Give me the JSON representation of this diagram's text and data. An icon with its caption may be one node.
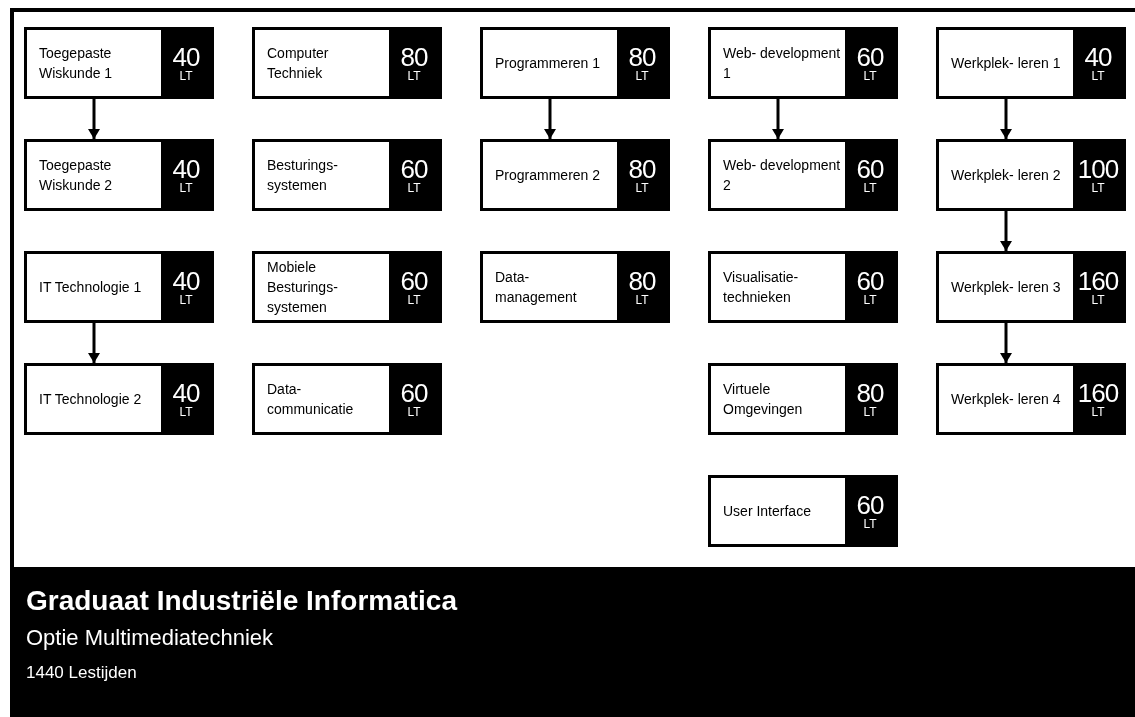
{
  "diagram": {
    "title": "Graduaat Industriële Informatica",
    "nodes": [
      {
        "text": [
          "Toegepaste Wiskunde 1",
          "40",
          "LT"
        ]
      },
      {
        "text": [
          "Computer Techniek",
          "80",
          "LT"
        ]
      },
      {
        "text": [
          "Programmeren 1",
          "80",
          "LT"
        ]
      },
      {
        "text": [
          "Web- development 1",
          "60",
          "LT"
        ]
      },
      {
        "text": [
          "Werkplek- leren 1",
          "40",
          "LT"
        ]
      },
      {
        "text": [
          "Toegepaste Wiskunde 2",
          "40",
          "LT"
        ]
      },
      {
        "text": [
          "Besturings- systemen",
          "60",
          "LT"
        ]
      },
      {
        "text": [
          "Programmeren 2",
          "80",
          "LT"
        ]
      },
      {
        "text": [
          "Web- development 2",
          "60",
          "LT"
        ]
      },
      {
        "text": [
          "Werkplek- leren 2",
          "100",
          "LT"
        ]
      },
      {
        "text": [
          "IT Technologie 1",
          "40",
          "LT"
        ]
      },
      {
        "text": [
          "Mobiele Besturings- systemen",
          "60",
          "LT"
        ]
      },
      {
        "text": [
          "Data- management",
          "80",
          "LT"
        ]
      },
      {
        "text": [
          "Visualisatie- technieken",
          "60",
          "LT"
        ]
      },
      {
        "text": [
          "Werkplek- leren 3",
          "160",
          "LT"
        ]
      },
      {
        "text": [
          "IT Technologie 2",
          "40",
          "LT"
        ]
      },
      {
        "text": [
          "Data- communicatie",
          "60",
          "LT"
        ]
      },
      {
        "text": [
          "Virtuele Omgevingen",
          "80",
          "LT"
        ]
      },
      {
        "text": [
          "Werkplek- leren 4",
          "160",
          "LT"
        ]
      },
      {
        "text": [
          "User Interface",
          "60",
          "LT"
        ]
      }
    ],
    "edges": [
      {
        "from": 0,
        "to": 5,
        "arrow": "to"
      },
      {
        "from": 2,
        "to": 7,
        "arrow": "to"
      },
      {
        "from": 3,
        "to": 8,
        "arrow": "to"
      },
      {
        "from": 4,
        "to": 9,
        "arrow": "to"
      },
      {
        "from": 9,
        "to": 14,
        "arrow": "to"
      },
      {
        "from": 14,
        "to": 18,
        "arrow": "to"
      },
      {
        "from": 10,
        "to": 15,
        "arrow": "to"
      }
    ],
    "labels": [
      "Optie Multimediatechniek",
      "1440 Lestijden"
    ]
  }
}
